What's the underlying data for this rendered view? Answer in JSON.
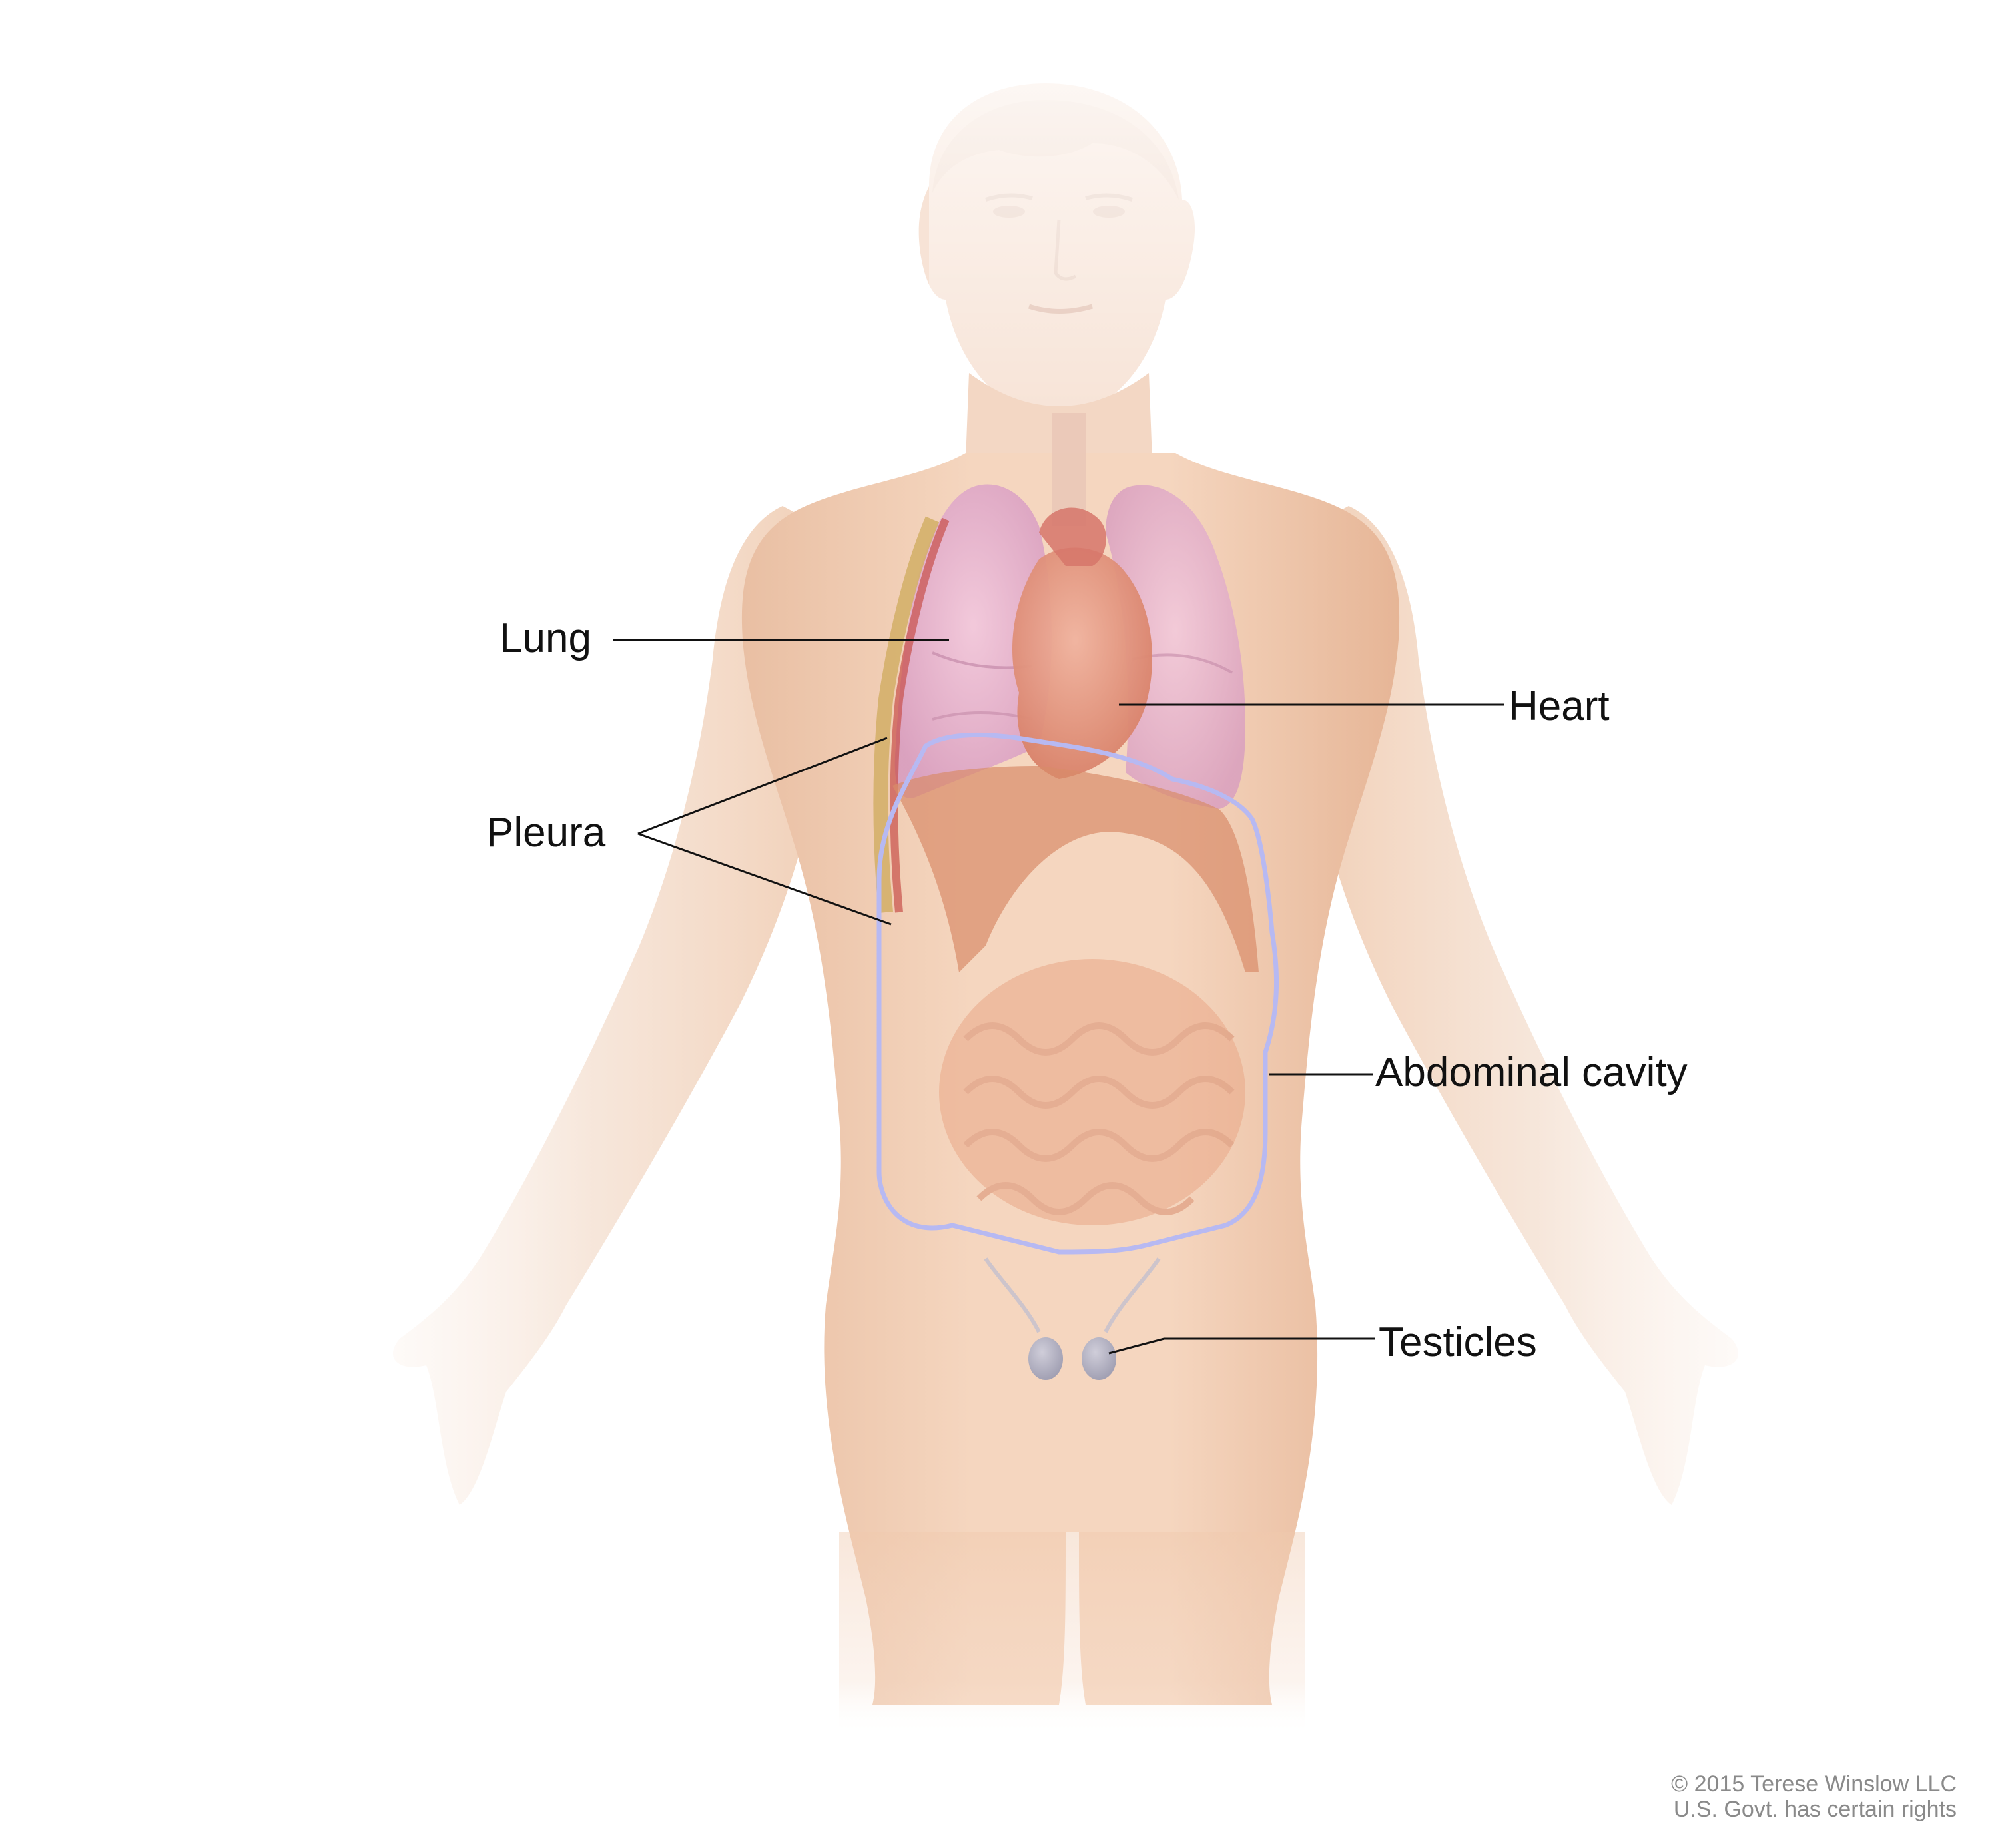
{
  "labels": {
    "lung": "Lung",
    "heart": "Heart",
    "pleura": "Pleura",
    "abdominal_cavity": "Abdominal cavity",
    "testicles": "Testicles"
  },
  "copyright": {
    "line1": "© 2015 Terese Winslow LLC",
    "line2": "U.S. Govt. has certain rights"
  },
  "colors": {
    "skin": "#f3d2b8",
    "skin_shadow": "#e2b393",
    "lung": "#e7b8d0",
    "heart": "#e29a85",
    "diaphragm": "#d98c6a",
    "intestine": "#eeb89a",
    "abdominal_outline": "#b7b9f2",
    "leader_line": "#111111"
  }
}
